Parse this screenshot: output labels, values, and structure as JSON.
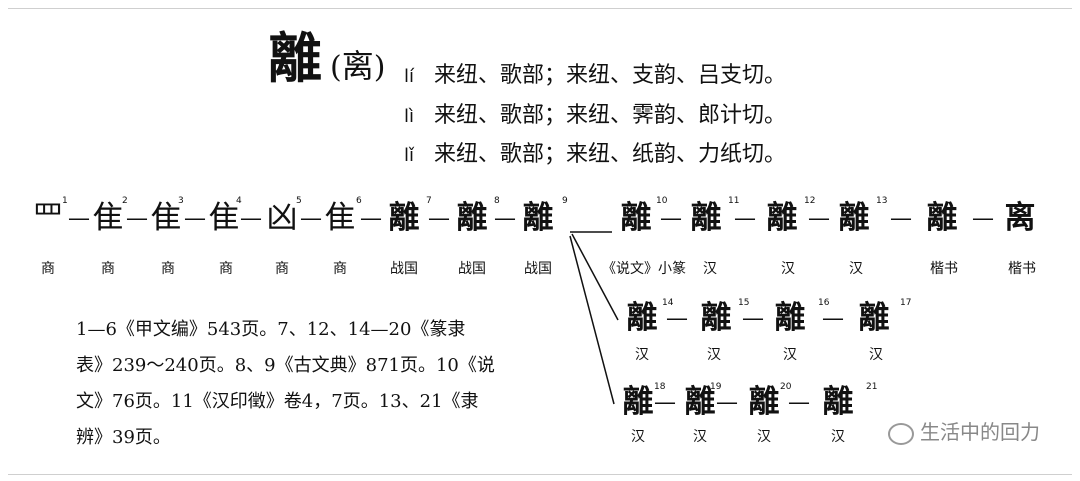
{
  "header": {
    "char": "離",
    "simplified": "离",
    "paren_open": "(",
    "paren_close": ")"
  },
  "pronunciations": [
    {
      "mark": "lí",
      "text": "来纽、歌部；来纽、支韵、吕支切。"
    },
    {
      "mark": "lì",
      "text": "来纽、歌部；来纽、霁韵、郎计切。"
    },
    {
      "mark": "lǐ",
      "text": "来纽、歌部；来纽、纸韵、力纸切。"
    }
  ],
  "evolution": {
    "row1": [
      {
        "num": "1",
        "glyph": "罒",
        "cap": "商"
      },
      {
        "num": "2",
        "glyph": "隹",
        "cap": "商"
      },
      {
        "num": "3",
        "glyph": "隹",
        "cap": "商"
      },
      {
        "num": "4",
        "glyph": "隹",
        "cap": "商"
      },
      {
        "num": "5",
        "glyph": "凶",
        "cap": "商"
      },
      {
        "num": "6",
        "glyph": "隹",
        "cap": "商"
      },
      {
        "num": "7",
        "glyph": "離",
        "cap": "战国"
      },
      {
        "num": "8",
        "glyph": "離",
        "cap": "战国"
      },
      {
        "num": "9",
        "glyph": "離",
        "cap": "战国"
      },
      {
        "num": "10",
        "glyph": "離",
        "cap": "《说文》小篆"
      },
      {
        "num": "11",
        "glyph": "離",
        "cap": "汉"
      },
      {
        "num": "12",
        "glyph": "離",
        "cap": "汉"
      },
      {
        "num": "13",
        "glyph": "離",
        "cap": "汉"
      },
      {
        "num": "",
        "glyph": "離",
        "cap": "楷书"
      },
      {
        "num": "",
        "glyph": "离",
        "cap": "楷书"
      }
    ],
    "row2": [
      {
        "num": "14",
        "glyph": "離",
        "cap": "汉"
      },
      {
        "num": "15",
        "glyph": "離",
        "cap": "汉"
      },
      {
        "num": "16",
        "glyph": "離",
        "cap": "汉"
      },
      {
        "num": "17",
        "glyph": "離",
        "cap": "汉"
      }
    ],
    "row3": [
      {
        "num": "18",
        "glyph": "離",
        "cap": "汉"
      },
      {
        "num": "19",
        "glyph": "離",
        "cap": "汉"
      },
      {
        "num": "20",
        "glyph": "離",
        "cap": "汉"
      },
      {
        "num": "21",
        "glyph": "離",
        "cap": "汉"
      }
    ],
    "dash": "—"
  },
  "references": [
    "1—6《甲文编》543页。7、12、14—20《篆隶",
    "表》239～240页。8、9《古文典》871页。10《说",
    "文》76页。11《汉印徵》卷4，7页。13、21《隶",
    "辨》39页。"
  ],
  "watermark": "生活中的回力",
  "colors": {
    "ink": "#111111",
    "watermark": "#888888",
    "background": "#ffffff"
  }
}
